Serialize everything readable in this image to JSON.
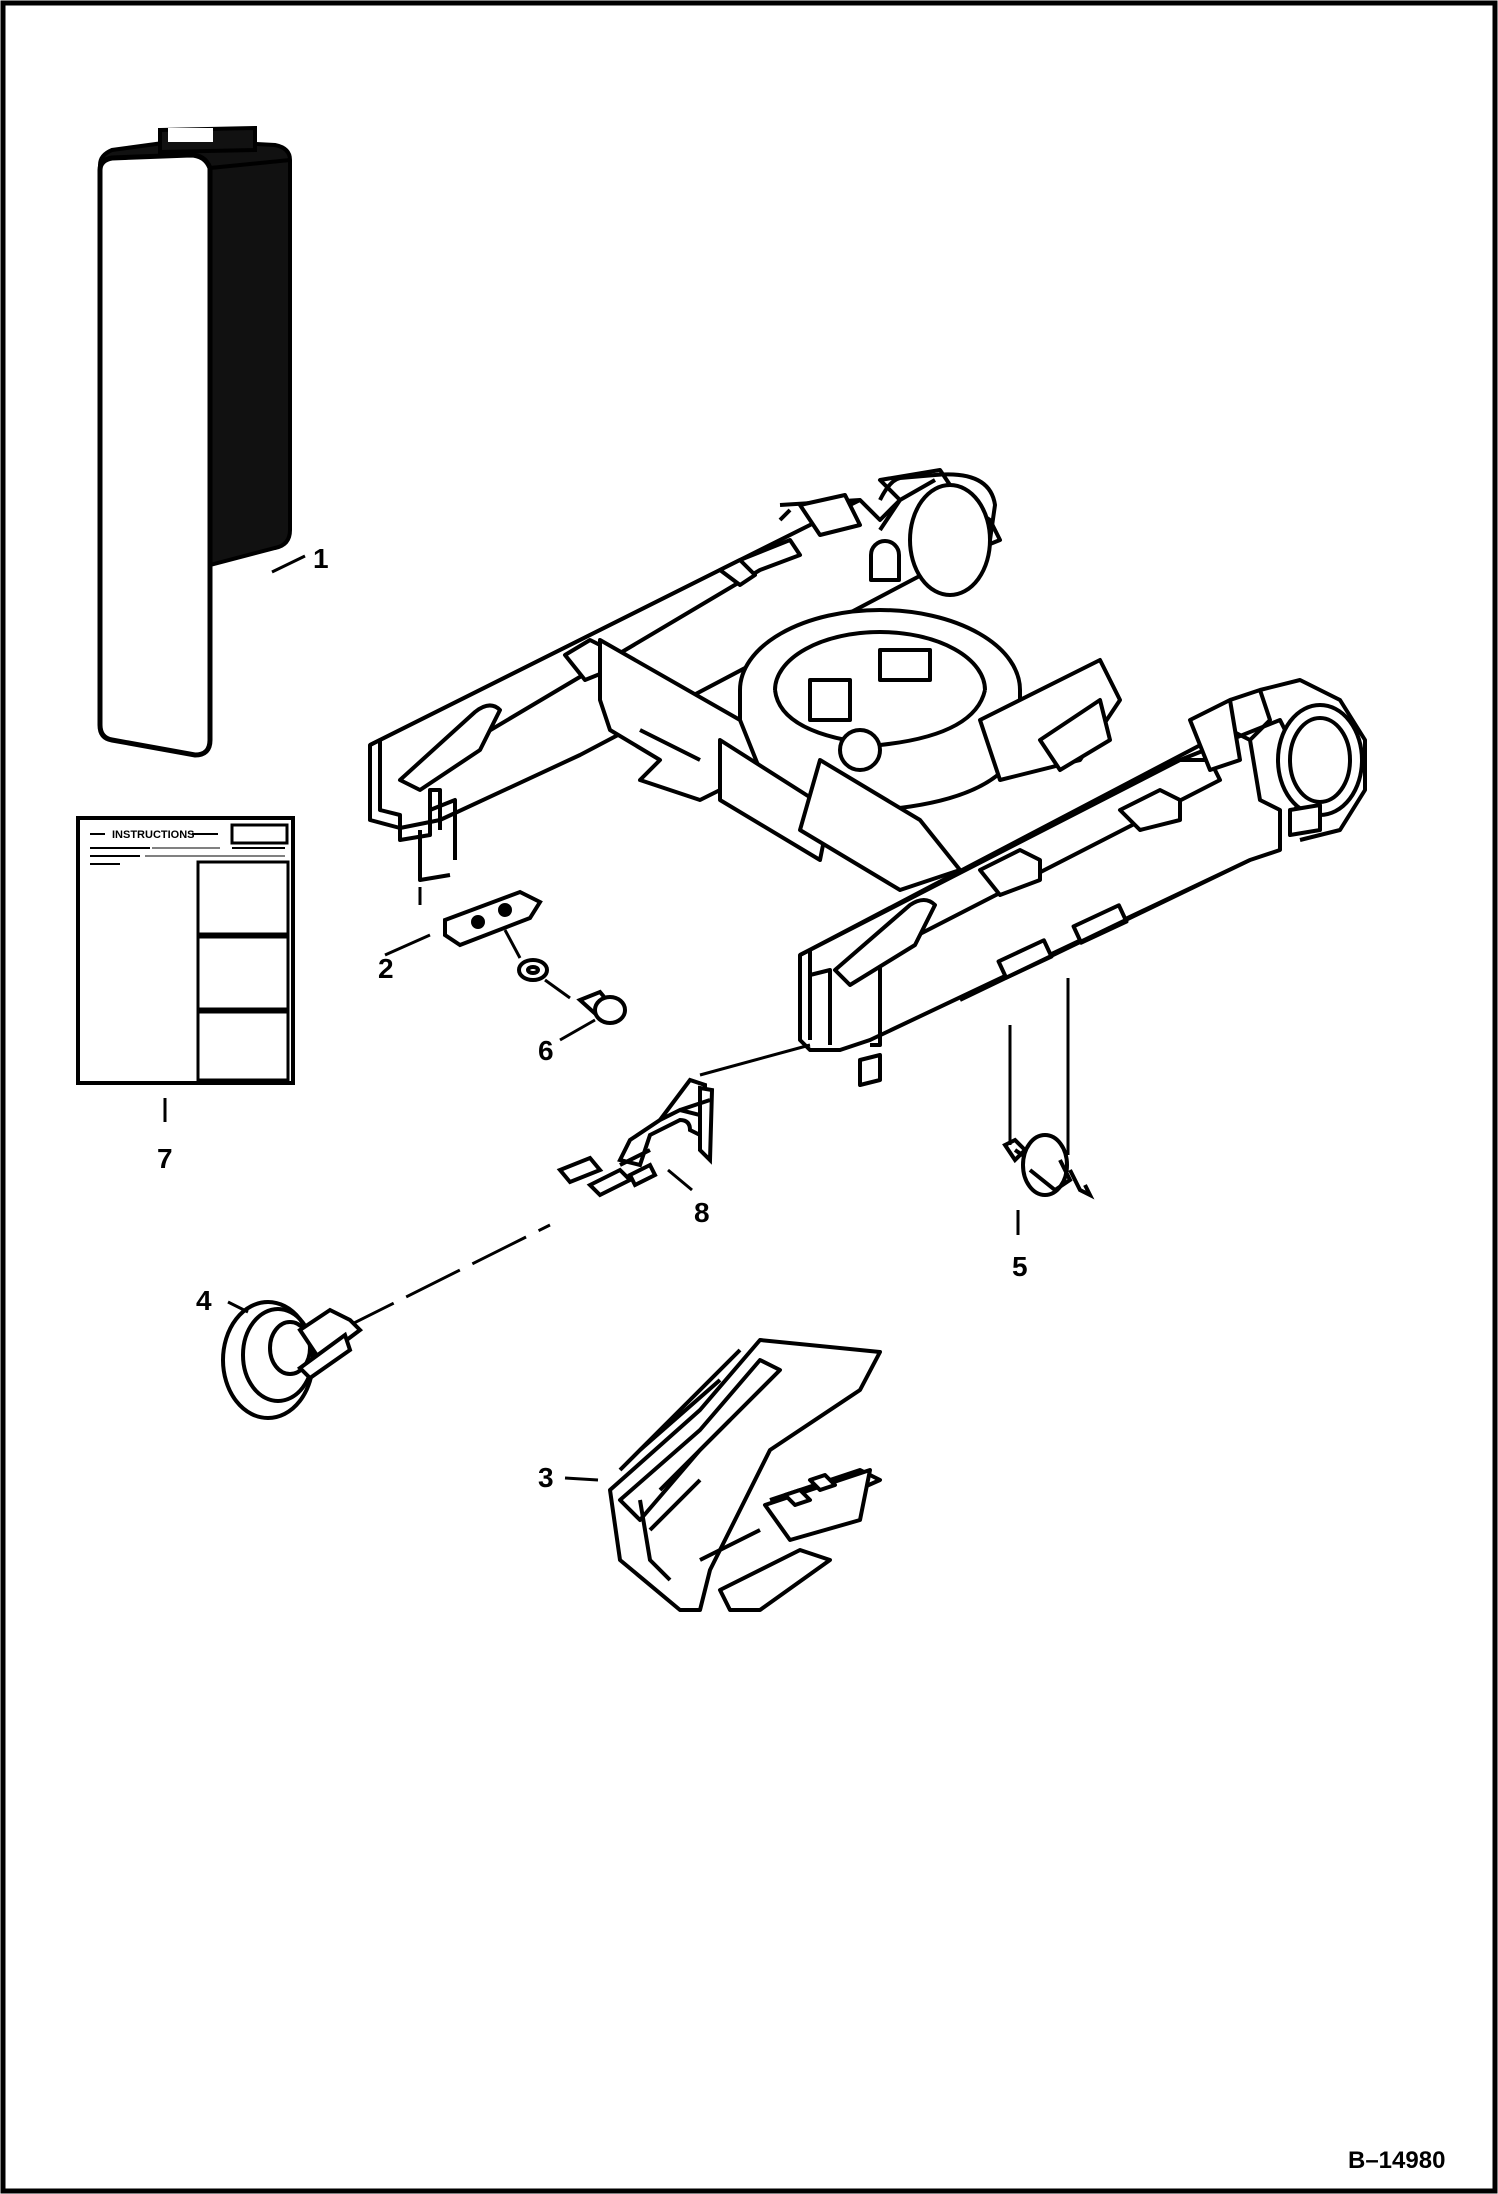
{
  "figure_id": "B–14980",
  "instruction_sheet": {
    "title": "INSTRUCTIONS"
  },
  "callouts": [
    {
      "id": "1"
    },
    {
      "id": "2"
    },
    {
      "id": "3"
    },
    {
      "id": "4"
    },
    {
      "id": "5"
    },
    {
      "id": "6"
    },
    {
      "id": "7"
    },
    {
      "id": "8"
    }
  ],
  "colors": {
    "ink": "#000000",
    "paper": "#ffffff"
  }
}
